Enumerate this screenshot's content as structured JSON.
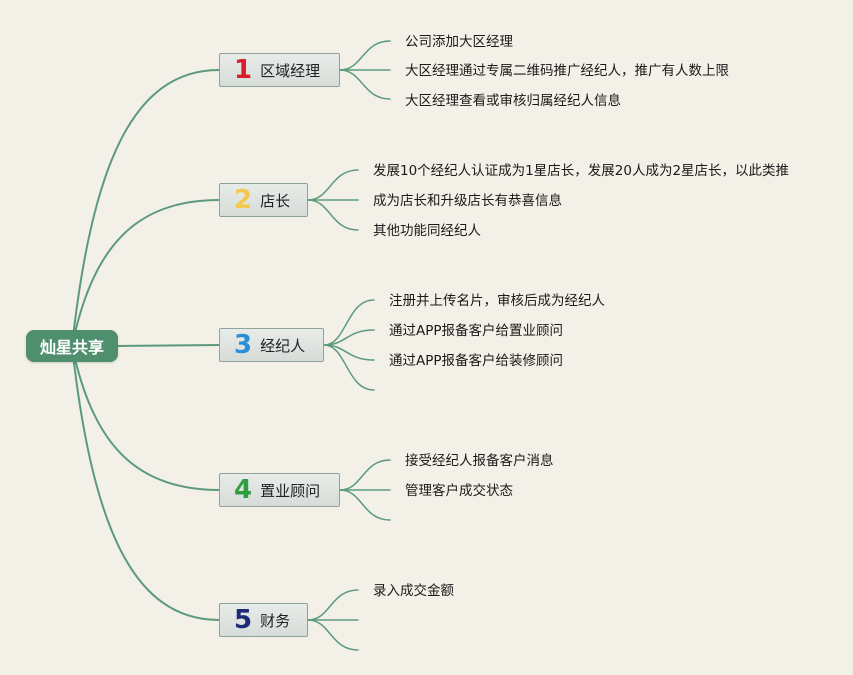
{
  "root": {
    "label": "灿星共享"
  },
  "branches": [
    {
      "number": "1",
      "label": "区域经理",
      "number_color": "#d81e2c",
      "items": [
        "公司添加大区经理",
        "大区经理通过专属二维码推广经纪人，推广有人数上限",
        "大区经理查看或审核归属经纪人信息"
      ]
    },
    {
      "number": "2",
      "label": "店长",
      "number_color": "#f2c94c",
      "items": [
        "发展10个经纪人认证成为1星店长，发展20人成为2星店长，以此类推",
        "成为店长和升级店长有恭喜信息",
        "其他功能同经纪人"
      ]
    },
    {
      "number": "3",
      "label": "经纪人",
      "number_color": "#2a8fd8",
      "items": [
        "注册并上传名片，审核后成为经纪人",
        "通过APP报备客户给置业顾问",
        "通过APP报备客户给装修顾问",
        ""
      ]
    },
    {
      "number": "4",
      "label": "置业顾问",
      "number_color": "#2e9e3e",
      "items": [
        "接受经纪人报备客户消息",
        "管理客户成交状态",
        ""
      ]
    },
    {
      "number": "5",
      "label": "财务",
      "number_color": "#1e2a78",
      "items": [
        "录入成交金额",
        "",
        ""
      ]
    }
  ],
  "colors": {
    "edge": "#5c9a7e",
    "root_fill": "#4f8f6e"
  }
}
